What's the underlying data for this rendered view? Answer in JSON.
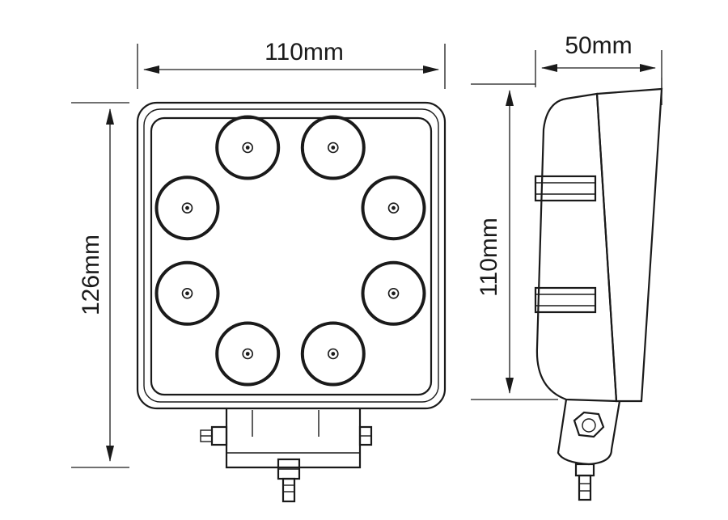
{
  "dimensions": {
    "front_width": "110mm",
    "front_height": "126mm",
    "side_height": "110mm",
    "side_depth": "50mm"
  },
  "front_view": {
    "led_count": 8
  },
  "colors": {
    "line": "#1a1a1a",
    "background": "#ffffff"
  }
}
